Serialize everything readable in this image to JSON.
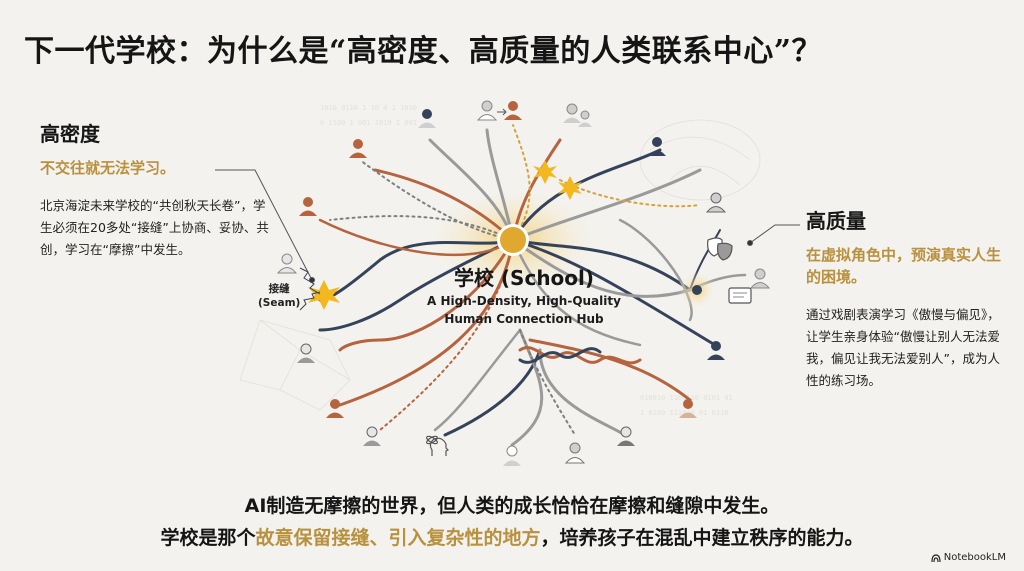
{
  "title": "下一代学校：为什么是“高密度、高质量的人类联系中心”？",
  "left_panel": {
    "heading": "高密度",
    "subheading": "不交往就无法学习。",
    "body": "北京海淀未来学校的“共创秋天长卷”，学生必须在20多处“接缝”上协商、妥协、共创，学习在“摩擦”中发生。"
  },
  "right_panel": {
    "heading": "高质量",
    "subheading": "在虚拟角色中，预演真实人生的困境。",
    "body": "通过戏剧表演学习《傲慢与偏见》，让学生亲身体验“傲慢让别人无法爱我，偏见让我无法爱别人”，成为人性的练习场。"
  },
  "center": {
    "title": "学校 (School)",
    "subtitle_line1": "A High-Density, High-Quality",
    "subtitle_line2": "Human Connection Hub"
  },
  "seam_label": {
    "zh": "接缝",
    "en": "(Seam)"
  },
  "footer": {
    "line1": "AI制造无摩擦的世界，但人类的成长恰恰在摩擦和缝隙中发生。",
    "line2_prefix": "学校是那个",
    "line2_highlight": "故意保留接缝、引入复杂性的地方",
    "line2_suffix": "，培养孩子在混乱中建立秩序的能力。"
  },
  "brand": "NotebookLM",
  "icons": [
    "person-icon",
    "spark-icon",
    "theater-masks-icon",
    "chat-bubble-icon",
    "brain-network-icon",
    "atom-head-icon"
  ],
  "colors": {
    "accent_gold": "#b8913f",
    "hub_gold": "#e0a82e",
    "line_navy": "#34425a",
    "line_rust": "#b5643f",
    "line_gray": "#9a9a9a",
    "background": "#f3f2ee"
  }
}
